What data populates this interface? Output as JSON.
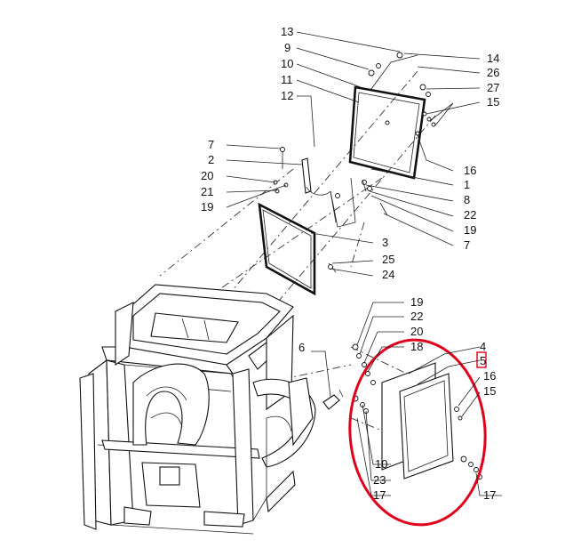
{
  "diagram": {
    "labels_top": [
      "13",
      "9",
      "10",
      "11",
      "12",
      "14",
      "26",
      "27",
      "15",
      "16",
      "1",
      "8",
      "22",
      "19",
      "7"
    ],
    "labels_left": [
      "7",
      "2",
      "20",
      "21",
      "19"
    ],
    "labels_mid": [
      "3",
      "25",
      "24"
    ],
    "labels_door": [
      "19",
      "22",
      "20",
      "18",
      "6",
      "4",
      "5",
      "16",
      "15",
      "10",
      "23",
      "17",
      "17"
    ],
    "highlight_color": "#e0001b",
    "line_color": "#222222"
  }
}
